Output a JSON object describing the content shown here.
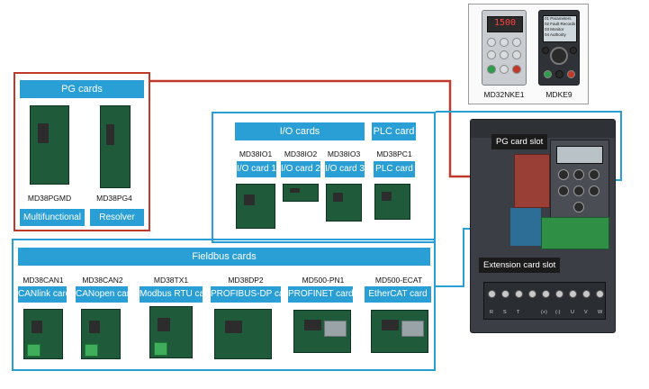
{
  "pg_group": {
    "header": "PG cards",
    "cards": [
      {
        "model": "MD38PGMD",
        "type": "Multifunctional"
      },
      {
        "model": "MD38PG4",
        "type": "Resolver"
      }
    ]
  },
  "io_group": {
    "header": "I/O cards",
    "cards": [
      {
        "model": "MD38IO1",
        "type": "I/O card 1"
      },
      {
        "model": "MD38IO2",
        "type": "I/O card 2"
      },
      {
        "model": "MD38IO3",
        "type": "I/O card 3"
      }
    ]
  },
  "plc_group": {
    "header": "PLC card",
    "cards": [
      {
        "model": "MD38PC1",
        "type": "PLC card"
      }
    ]
  },
  "fieldbus_group": {
    "header": "Fieldbus cards",
    "cards": [
      {
        "model": "MD38CAN1",
        "type": "CANlink card"
      },
      {
        "model": "MD38CAN2",
        "type": "CANopen card"
      },
      {
        "model": "MD38TX1",
        "type": "Modbus RTU card"
      },
      {
        "model": "MD38DP2",
        "type": "PROFIBUS-DP card"
      },
      {
        "model": "MD500-PN1",
        "type": "PROFINET card"
      },
      {
        "model": "MD500-ECAT",
        "type": "EtherCAT card"
      }
    ]
  },
  "keypads": [
    {
      "model": "MD32NKE1",
      "display": "1500"
    },
    {
      "model": "MDKE9",
      "screen_lines": [
        "01 Parameters",
        "02 Fault Records",
        "03 Monitor",
        "04 Authority"
      ]
    }
  ],
  "drive": {
    "pg_slot_label": "PG card slot",
    "extension_slot_label": "Extension card slot",
    "terminal_labels": [
      "R",
      "S",
      "T",
      "",
      "(+)",
      "(-)",
      "U",
      "V",
      "W"
    ]
  },
  "colors": {
    "accent_blue": "#2a9fd6",
    "pg_red": "#c0392b"
  }
}
